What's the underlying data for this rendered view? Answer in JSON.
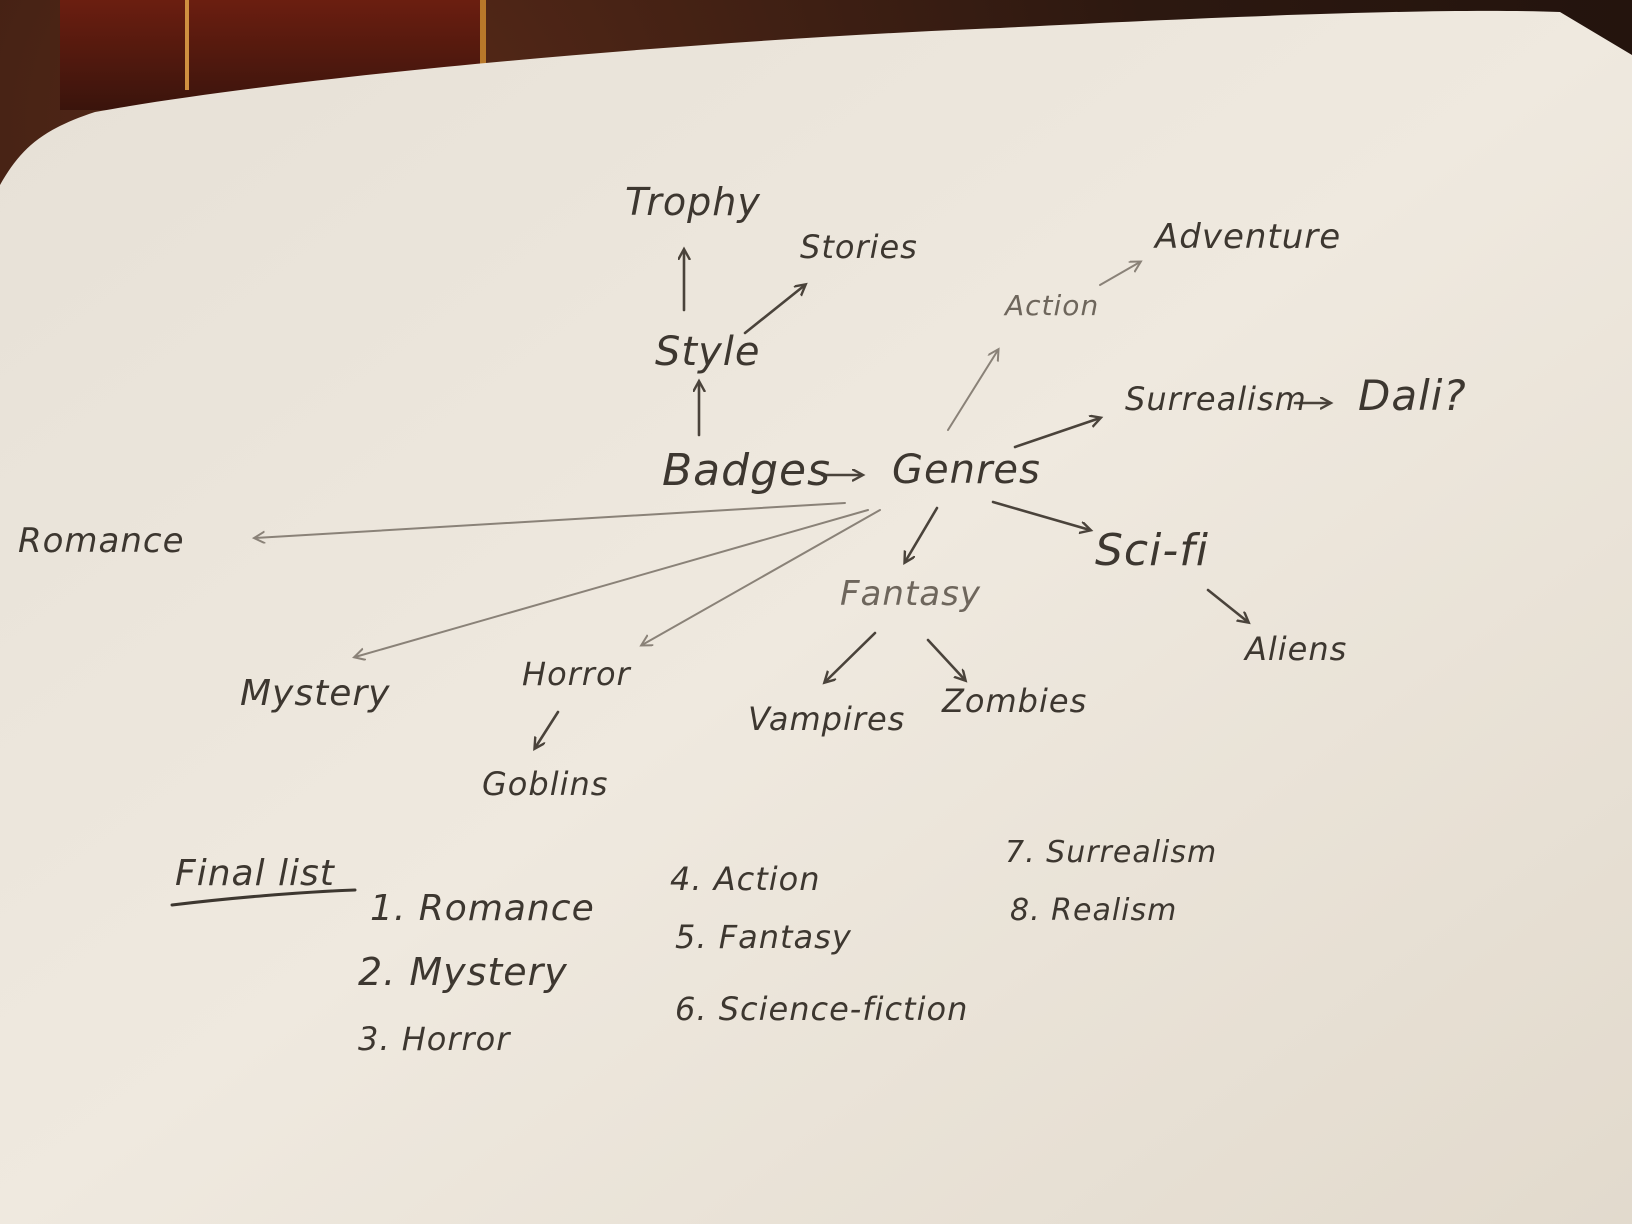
{
  "diagram": {
    "root": "Badges",
    "nodes": {
      "trophy": "Trophy",
      "stories": "Stories",
      "style": "Style",
      "badges": "Badges",
      "genres": "Genres",
      "action": "Action",
      "adventure": "Adventure",
      "surrealism": "Surrealism",
      "dali": "Dali?",
      "scifi": "Sci-fi",
      "aliens": "Aliens",
      "fantasy": "Fantasy",
      "vampires": "Vampires",
      "zombies": "Zombies",
      "horror": "Horror",
      "goblins": "Goblins",
      "mystery": "Mystery",
      "romance": "Romance"
    },
    "edges": [
      [
        "badges",
        "style"
      ],
      [
        "style",
        "trophy"
      ],
      [
        "style",
        "stories"
      ],
      [
        "badges",
        "genres"
      ],
      [
        "genres",
        "action"
      ],
      [
        "action",
        "adventure"
      ],
      [
        "genres",
        "surrealism"
      ],
      [
        "surrealism",
        "dali"
      ],
      [
        "genres",
        "scifi"
      ],
      [
        "scifi",
        "aliens"
      ],
      [
        "genres",
        "fantasy"
      ],
      [
        "fantasy",
        "vampires"
      ],
      [
        "fantasy",
        "zombies"
      ],
      [
        "genres",
        "horror"
      ],
      [
        "horror",
        "goblins"
      ],
      [
        "genres",
        "mystery"
      ],
      [
        "genres",
        "romance"
      ]
    ]
  },
  "final_list": {
    "heading": "Final list",
    "items": [
      "1. Romance",
      "2. Mystery",
      "3. Horror",
      "4. Action",
      "5. Fantasy",
      "6. Science-fiction",
      "7. Surrealism",
      "8. Realism"
    ]
  },
  "colors": {
    "ink": "#3d3730",
    "paper": "#ece6dc",
    "background": "#2c1810"
  }
}
